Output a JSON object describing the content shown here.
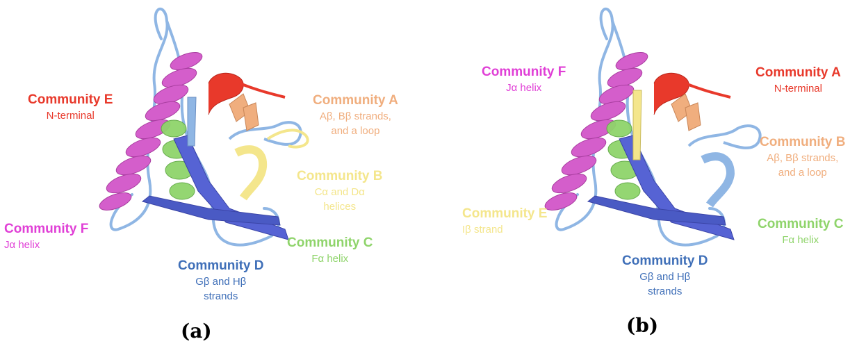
{
  "colors": {
    "red": "#e8392b",
    "peach": "#f0ae7e",
    "yellow": "#f4e68c",
    "green": "#8fd46b",
    "blue": "#3f6fb8",
    "magenta": "#e03fd6",
    "helix_magenta": "#d45ecb",
    "loop_blue": "#8fb6e4",
    "strand_indigo": "#5663d4"
  },
  "panel_a": {
    "caption": "(a)",
    "communities": [
      {
        "title": "Community E",
        "desc": [
          "N-terminal"
        ]
      },
      {
        "title": "Community A",
        "desc": [
          "Aβ, Bβ strands,",
          "and a loop"
        ]
      },
      {
        "title": "Community B",
        "desc": [
          "Cα and Dα",
          "helices"
        ]
      },
      {
        "title": "Community F",
        "desc": [
          "Jα helix"
        ]
      },
      {
        "title": "Community C",
        "desc": [
          "Fα helix"
        ]
      },
      {
        "title": "Community D",
        "desc": [
          "Gβ and Hβ",
          "strands"
        ]
      }
    ]
  },
  "panel_b": {
    "caption": "(b)",
    "communities": [
      {
        "title": "Community F",
        "desc": [
          "Jα helix"
        ]
      },
      {
        "title": "Community A",
        "desc": [
          "N-terminal"
        ]
      },
      {
        "title": "Community B",
        "desc": [
          "Aβ, Bβ strands,",
          "and a loop"
        ]
      },
      {
        "title": "Community E",
        "desc": [
          "Iβ strand"
        ]
      },
      {
        "title": "Community C",
        "desc": [
          "Fα helix"
        ]
      },
      {
        "title": "Community D",
        "desc": [
          "Gβ and Hβ",
          "strands"
        ]
      }
    ]
  }
}
